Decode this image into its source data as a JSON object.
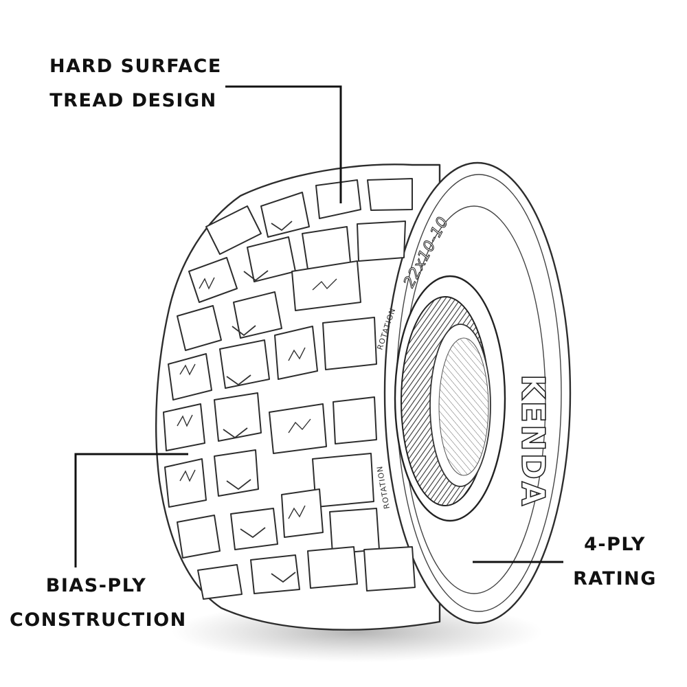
{
  "callouts": {
    "tread": {
      "line1": "HARD SURFACE",
      "line2": "TREAD DESIGN"
    },
    "bias": {
      "line1": "BIAS-PLY",
      "line2": "CONSTRUCTION"
    },
    "ply": {
      "line1": "4-PLY",
      "line2": "RATING"
    }
  },
  "sidewall": {
    "brand": "KENDA",
    "size": "22x10-10",
    "rotation": "ROTATION"
  },
  "colors": {
    "ink": "#111111",
    "pencil": "#3a3a3a",
    "paper": "#ffffff"
  }
}
